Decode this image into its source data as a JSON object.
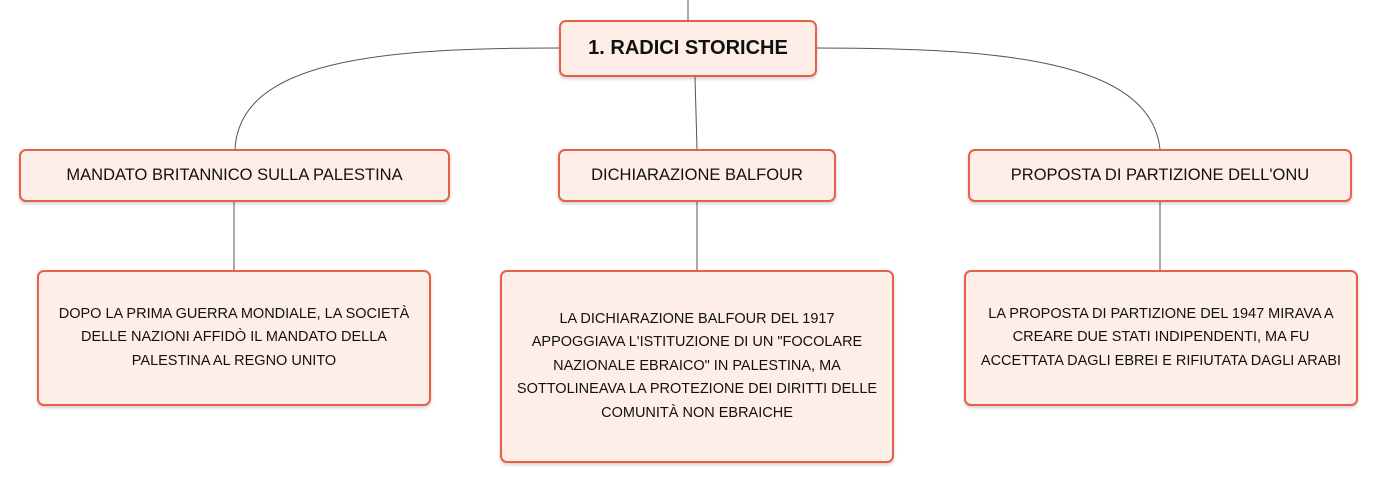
{
  "map": {
    "root": {
      "label": "1. RADICI STORICHE"
    },
    "topics": [
      {
        "label": "MANDATO BRITANNICO SULLA PALESTINA",
        "detail": "DOPO LA PRIMA GUERRA MONDIALE, LA SOCIETÀ DELLE NAZIONI AFFIDÒ IL MANDATO DELLA PALESTINA AL REGNO UNITO"
      },
      {
        "label": "DICHIARAZIONE BALFOUR",
        "detail": "LA DICHIARAZIONE BALFOUR DEL 1917 APPOGGIAVA L'ISTITUZIONE DI UN \"FOCOLARE NAZIONALE EBRAICO\" IN PALESTINA, MA SOTTOLINEAVA LA PROTEZIONE DEI DIRITTI DELLE COMUNITÀ NON EBRAICHE"
      },
      {
        "label": "PROPOSTA DI PARTIZIONE DELL'ONU",
        "detail": "LA PROPOSTA DI PARTIZIONE DEL 1947 MIRAVA A CREARE DUE STATI INDIPENDENTI, MA FU ACCETTATA DAGLI EBREI E RIFIUTATA DAGLI ARABI"
      }
    ]
  },
  "colors": {
    "node_border": "#e8604a",
    "node_fill": "#fdeee8",
    "connector": "#555555"
  }
}
